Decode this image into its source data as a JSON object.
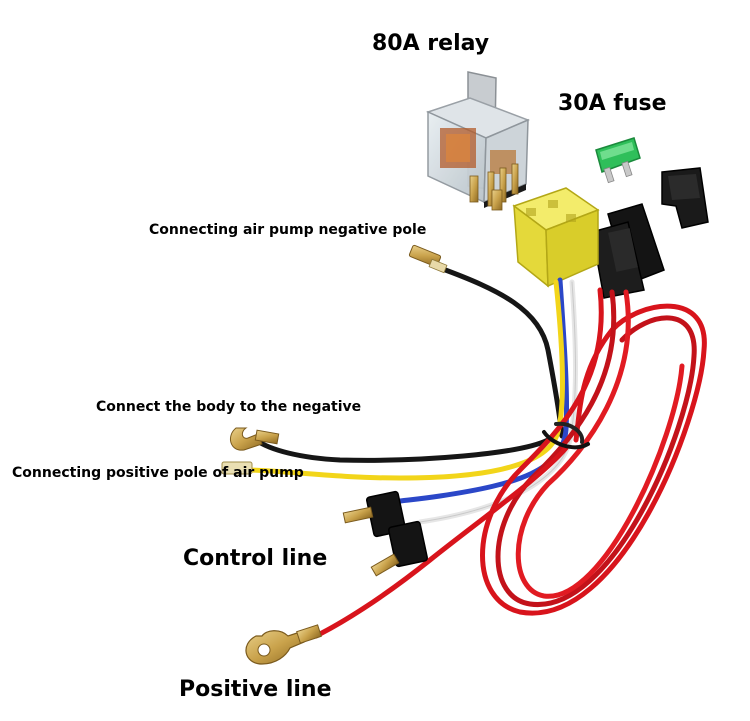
{
  "labels": {
    "relay": "80A relay",
    "fuse": "30A fuse",
    "air_pump_negative": "Connecting air pump negative pole",
    "body_negative": "Connect the body to the negative",
    "air_pump_positive": "Connecting positive pole of air pump",
    "control_line": "Control line",
    "positive_line": "Positive line"
  },
  "colors": {
    "wire_red": "#d8141c",
    "wire_yellow": "#f2d51a",
    "wire_blue": "#2b47c8",
    "wire_black": "#161616",
    "wire_white": "#efefef",
    "relay_socket": "#e7dc39",
    "fuse": "#2fbf5a",
    "fuse_holder": "#151515",
    "terminal_brass": "#c9a24b"
  }
}
